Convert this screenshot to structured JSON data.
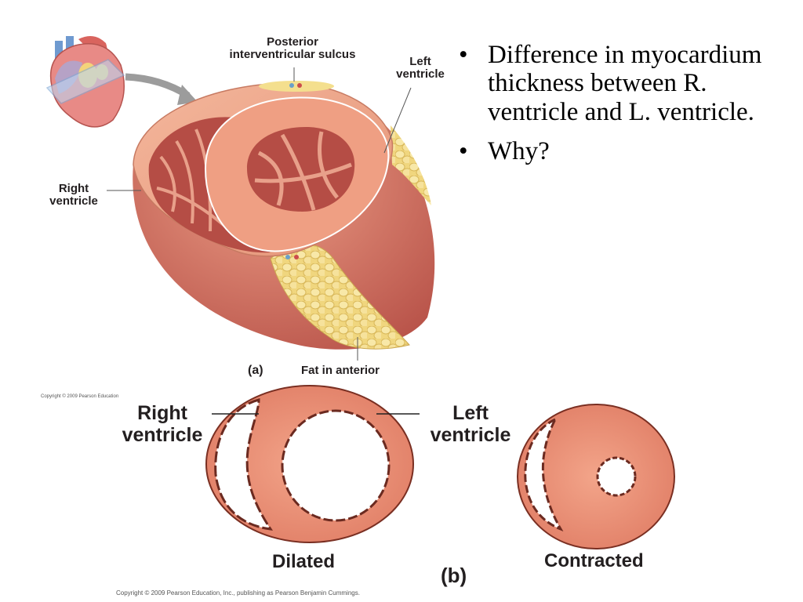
{
  "figure_a": {
    "labels": {
      "posterior_sulcus": "Posterior\ninterventricular sulcus",
      "left_ventricle": "Left\nventricle",
      "right_ventricle": "Right\nventricle",
      "fat_anterior": "Fat in anterior",
      "panel": "(a)"
    },
    "copyright_small": "Copyright © 2009 Pearson Education"
  },
  "figure_b": {
    "labels": {
      "right_ventricle": "Right\nventricle",
      "left_ventricle": "Left\nventricle",
      "dilated": "Dilated",
      "contracted": "Contracted",
      "panel": "(b)"
    }
  },
  "copyright": "Copyright © 2009 Pearson Education, Inc., publishing as Pearson Benjamin Cummings.",
  "bullets": [
    {
      "marker": "•",
      "text": "Difference in myocardium thickness between R. ventricle and L. ventricle."
    },
    {
      "marker": "•",
      "text": "Why?"
    }
  ],
  "colors": {
    "muscle": "#e9967a",
    "muscle_dark": "#c96a55",
    "muscle_light": "#f6c2a8",
    "fat": "#f3dc8a",
    "outline": "#7a2f22"
  }
}
